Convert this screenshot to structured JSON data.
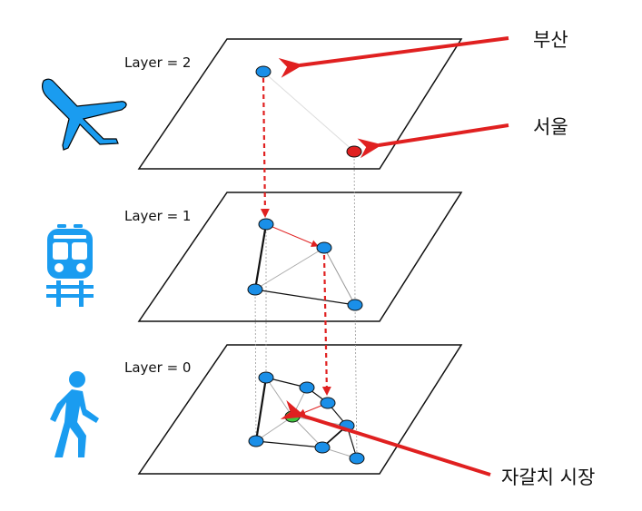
{
  "layers": [
    {
      "label": "Layer = 2",
      "icon": "airplane-icon"
    },
    {
      "label": "Layer = 1",
      "icon": "train-icon"
    },
    {
      "label": "Layer = 0",
      "icon": "pedestrian-icon"
    }
  ],
  "annotations": {
    "busan": "부산",
    "seoul": "서울",
    "jagalchi": "자갈치 시장"
  },
  "colors": {
    "node": "#1a8fe8",
    "node_start": "#e02020",
    "node_end": "#3fc83f",
    "arrow": "#e02020",
    "icon": "#1a9cf0",
    "plane_outline": "#000000"
  }
}
